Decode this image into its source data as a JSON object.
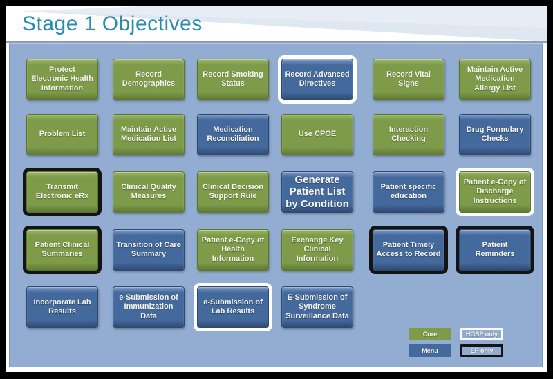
{
  "header": {
    "title": "Stage 1 Objectives"
  },
  "colors": {
    "core": "#7d9b49",
    "menu": "#44699d",
    "panel": "#92add1",
    "title": "#2b8cad",
    "hosp_outline": "#ffffff",
    "ep_outline": "#141414"
  },
  "objectives": [
    {
      "label": "Protect Electronic Health Information",
      "category": "core",
      "restriction": "none"
    },
    {
      "label": "Record Demographics",
      "category": "core",
      "restriction": "none"
    },
    {
      "label": "Record Smoking Status",
      "category": "core",
      "restriction": "none"
    },
    {
      "label": "Record Advanced Directives",
      "category": "menu",
      "restriction": "hosp"
    },
    {
      "label": "Record Vital Signs",
      "category": "core",
      "restriction": "none"
    },
    {
      "label": "Maintain Active Medication Allergy List",
      "category": "core",
      "restriction": "none"
    },
    {
      "label": "Problem List",
      "category": "core",
      "restriction": "none"
    },
    {
      "label": "Maintain Active Medication List",
      "category": "core",
      "restriction": "none"
    },
    {
      "label": "Medication Reconciliation",
      "category": "menu",
      "restriction": "none"
    },
    {
      "label": "Use CPOE",
      "category": "core",
      "restriction": "none"
    },
    {
      "label": "Interaction Checking",
      "category": "core",
      "restriction": "none"
    },
    {
      "label": "Drug Formulary Checks",
      "category": "menu",
      "restriction": "none"
    },
    {
      "label": "Transmit Electronic eRx",
      "category": "core",
      "restriction": "ep"
    },
    {
      "label": "Clinical Quality Measures",
      "category": "core",
      "restriction": "none"
    },
    {
      "label": "Clinical Decision Support Rule",
      "category": "core",
      "restriction": "none"
    },
    {
      "label": "Generate Patient List by Condition",
      "category": "menu",
      "restriction": "none",
      "large": true
    },
    {
      "label": "Patient specific education",
      "category": "menu",
      "restriction": "none"
    },
    {
      "label": "Patient e-Copy of Discharge Instructions",
      "category": "core",
      "restriction": "hosp"
    },
    {
      "label": "Patient Clinical Summaries",
      "category": "core",
      "restriction": "ep"
    },
    {
      "label": "Transition of Care Summary",
      "category": "menu",
      "restriction": "none"
    },
    {
      "label": "Patient e-Copy of Health Information",
      "category": "core",
      "restriction": "none"
    },
    {
      "label": "Exchange Key Clinical Information",
      "category": "core",
      "restriction": "none"
    },
    {
      "label": "Patient Timely Access to Record",
      "category": "menu",
      "restriction": "ep"
    },
    {
      "label": "Patient Reminders",
      "category": "menu",
      "restriction": "ep"
    },
    {
      "label": "Incorporate Lab Results",
      "category": "menu",
      "restriction": "none"
    },
    {
      "label": "e-Submission of Immunization Data",
      "category": "menu",
      "restriction": "none"
    },
    {
      "label": "e-Submission of Lab Results",
      "category": "menu",
      "restriction": "hosp"
    },
    {
      "label": "E-Submission of Syndrome Surveillance Data",
      "category": "menu",
      "restriction": "none"
    }
  ],
  "legend": {
    "items": [
      {
        "label": "Core",
        "category": "core",
        "restriction": "none"
      },
      {
        "label": "HOSP only",
        "category": "none",
        "restriction": "hosp"
      },
      {
        "label": "Menu",
        "category": "menu",
        "restriction": "none"
      },
      {
        "label": "EP only",
        "category": "none",
        "restriction": "ep"
      }
    ]
  }
}
